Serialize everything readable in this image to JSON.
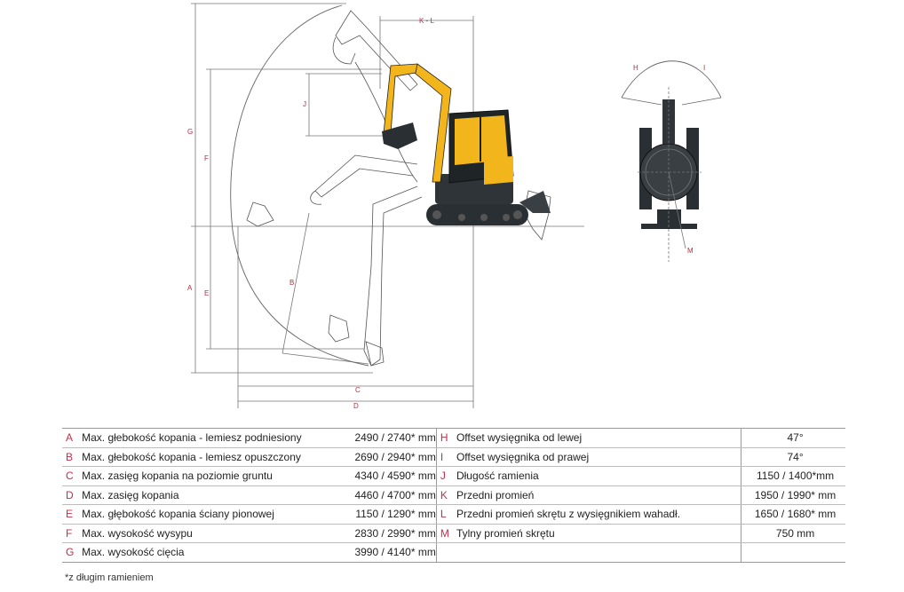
{
  "dimension_labels": {
    "A": "A",
    "B": "B",
    "C": "C",
    "D": "D",
    "E": "E",
    "F": "F",
    "G": "G",
    "H": "H",
    "I": "I",
    "J": "J",
    "KL": "K - L",
    "M": "M"
  },
  "colors": {
    "accent_red": "#c0304a",
    "machine_yellow": "#f2b51b",
    "machine_dark": "#2a2f33"
  },
  "specs": [
    {
      "left": {
        "letter": "A",
        "label": "Max. głebokość kopania - lemiesz podniesiony",
        "value": "2490 / 2740* mm"
      },
      "right": {
        "letter": "H",
        "label": "Offset wysięgnika od lewej",
        "value": "47°"
      }
    },
    {
      "left": {
        "letter": "B",
        "label": "Max. głebokość kopania - lemiesz opuszczony",
        "value": "2690 / 2940* mm"
      },
      "right": {
        "letter": "I",
        "label": "Offset wysięgnika od prawej",
        "value": "74°"
      }
    },
    {
      "left": {
        "letter": "C",
        "label": "Max. zasięg kopania na poziomie gruntu",
        "value": "4340 / 4590* mm"
      },
      "right": {
        "letter": "J",
        "label": "Długość ramienia",
        "value": "1150 / 1400*mm"
      }
    },
    {
      "left": {
        "letter": "D",
        "label": "Max. zasięg kopania",
        "value": "4460 / 4700* mm"
      },
      "right": {
        "letter": "K",
        "label": "Przedni promień",
        "value": "1950 / 1990* mm"
      }
    },
    {
      "left": {
        "letter": "E",
        "label": "Max. głębokość kopania ściany pionowej",
        "value": "1150 / 1290* mm"
      },
      "right": {
        "letter": "L",
        "label": "Przedni promień skrętu z wysięgnikiem wahadł.",
        "value": "1650 / 1680* mm"
      }
    },
    {
      "left": {
        "letter": "F",
        "label": " Max. wysokość wysypu",
        "value": "2830 / 2990* mm"
      },
      "right": {
        "letter": "M",
        "label": "Tylny promień skrętu",
        "value": "750 mm"
      }
    },
    {
      "left": {
        "letter": "G",
        "label": "Max. wysokość cięcia",
        "value": "3990 / 4140* mm"
      },
      "right": {
        "letter": "",
        "label": "",
        "value": ""
      }
    }
  ],
  "footnote": "*z długim ramieniem"
}
